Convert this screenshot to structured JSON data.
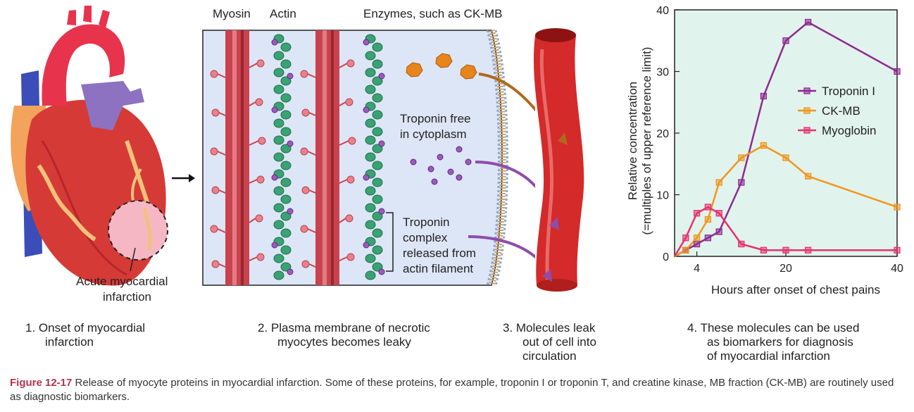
{
  "panel_heart": {
    "infarct_label_line1": "Acute myocardial",
    "infarct_label_line2": "infarction"
  },
  "panel_cell": {
    "myosin_label": "Myosin",
    "actin_label": "Actin",
    "enzymes_label": "Enzymes, such as CK-MB",
    "troponin_free_line1": "Troponin free",
    "troponin_free_line2": "in cytoplasm",
    "troponin_complex_line1": "Troponin",
    "troponin_complex_line2": "complex",
    "troponin_complex_line3": "released from",
    "troponin_complex_line4": "actin filament"
  },
  "steps": [
    {
      "line1": "1. Onset of myocardial",
      "line2": "infarction",
      "line3": ""
    },
    {
      "line1": "2. Plasma membrane of necrotic",
      "line2": "myocytes becomes leaky",
      "line3": ""
    },
    {
      "line1": "3. Molecules leak",
      "line2": "out of cell into",
      "line3": "circulation"
    },
    {
      "line1": "4. These molecules can be used",
      "line2": "as biomarkers for diagnosis",
      "line3": "of myocardial infarction"
    }
  ],
  "caption": {
    "figure_number": "Figure 12-17",
    "text": " Release of myocyte proteins in myocardial infarction. Some of these proteins, for example, troponin I or troponin T, and creatine kinase, MB fraction (CK-MB) are routinely used as diagnostic biomarkers."
  },
  "colors": {
    "troponin": "#8e2a8f",
    "ckmb": "#f0961e",
    "myoglobin": "#e5326e",
    "plot_bg": "#e1f3ed",
    "cell_bg": "#dde6f6",
    "vessel": "#d42a2a"
  },
  "chart_data": {
    "type": "line",
    "title": "",
    "xlabel": "Hours after onset of chest pains",
    "ylabel_line1": "Relative concentration",
    "ylabel_line2": "(=multiples of upper reference limit)",
    "xlim": [
      0,
      40
    ],
    "ylim": [
      0,
      40
    ],
    "xticks": [
      4,
      20,
      40
    ],
    "yticks": [
      0,
      10,
      20,
      30,
      40
    ],
    "legend_position": "right",
    "series": [
      {
        "name": "Troponin I",
        "color": "#8e2a8f",
        "x": [
          0,
          2,
          4,
          6,
          8,
          12,
          16,
          20,
          24,
          40
        ],
        "y": [
          0,
          1,
          2,
          3,
          4,
          12,
          26,
          35,
          38,
          30
        ]
      },
      {
        "name": "CK-MB",
        "color": "#f0961e",
        "x": [
          0,
          2,
          4,
          6,
          8,
          12,
          16,
          20,
          24,
          40
        ],
        "y": [
          0,
          1,
          3,
          6,
          12,
          16,
          18,
          16,
          13,
          8
        ]
      },
      {
        "name": "Myoglobin",
        "color": "#e5326e",
        "x": [
          0,
          2,
          4,
          6,
          8,
          12,
          16,
          20,
          24,
          40
        ],
        "y": [
          0,
          3,
          7,
          8,
          7,
          2,
          1,
          1,
          1,
          1
        ]
      }
    ]
  }
}
